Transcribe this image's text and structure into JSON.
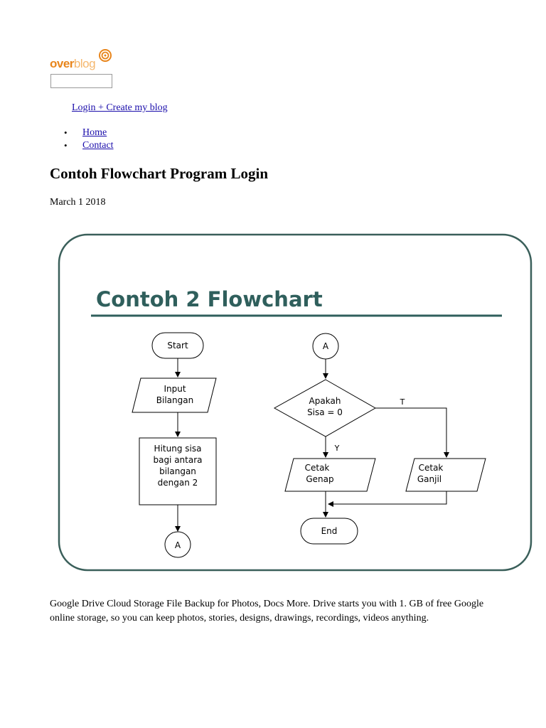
{
  "logo": {
    "word_over": "over",
    "word_blog": "blog"
  },
  "search": {
    "value": ""
  },
  "header": {
    "login_link": "Login + Create my blog"
  },
  "nav": {
    "items": [
      {
        "label": "Home"
      },
      {
        "label": "Contact"
      }
    ]
  },
  "post": {
    "title": "Contoh Flowchart Program Login",
    "date": "March 1 2018",
    "body": "Google Drive Cloud Storage File Backup for Photos, Docs More. Drive starts you with 1. GB of free Google online storage, so you can keep photos, stories, designs, drawings, recordings, videos anything."
  },
  "figure": {
    "heading": "Contoh 2 Flowchart",
    "colors": {
      "heading": "#2f5f5c",
      "frame": "#3a5f5a",
      "rule": "#2f5f5c"
    },
    "left": {
      "start": "Start",
      "input_line1": "Input",
      "input_line2": "Bilangan",
      "process_line1": "Hitung sisa",
      "process_line2": "bagi antara",
      "process_line3": "bilangan",
      "process_line4": "dengan 2",
      "connector": "A"
    },
    "right": {
      "connector": "A",
      "decision_line1": "Apakah",
      "decision_line2": "Sisa = 0",
      "yes_label": "Y",
      "no_label": "T",
      "even_line1": "Cetak",
      "even_line2": "Genap",
      "odd_line1": "Cetak",
      "odd_line2": "Ganjil",
      "end": "End"
    }
  }
}
